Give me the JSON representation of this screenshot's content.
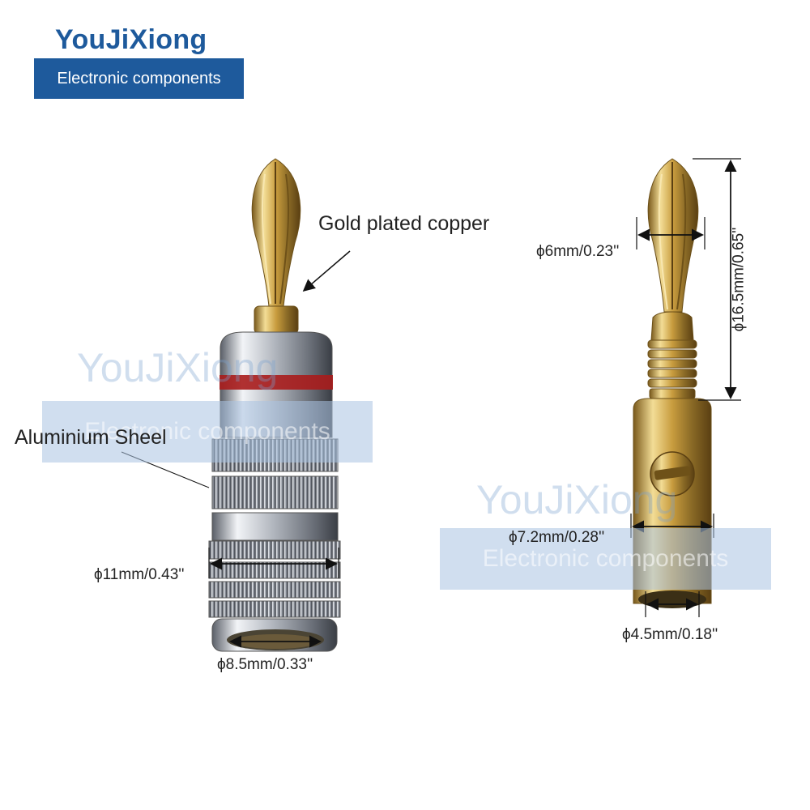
{
  "brand": {
    "title": "YouJiXiong",
    "subtitle": "Electronic components",
    "color": "#1e5a9c"
  },
  "watermarks": [
    {
      "title": "YouJiXiong",
      "subtitle": "Electronic components"
    },
    {
      "title": "YouJiXiong",
      "subtitle": "Electronic components"
    }
  ],
  "left_plug": {
    "callout_tip": "Gold plated copper",
    "callout_shell": "Aluminium Sheel",
    "dim_outer": "ϕ11mm/0.43''",
    "dim_inner": "ϕ8.5mm/0.33''"
  },
  "right_plug": {
    "dim_tip_diameter": "ϕ6mm/0.23''",
    "dim_length": "ϕ16.5mm/0.65''",
    "dim_body": "ϕ7.2mm/0.28''",
    "dim_hole": "ϕ4.5mm/0.18''"
  },
  "colors": {
    "gold": "#d4b25a",
    "silver": "#c9ccd2",
    "red_ring": "#b01e1e"
  }
}
